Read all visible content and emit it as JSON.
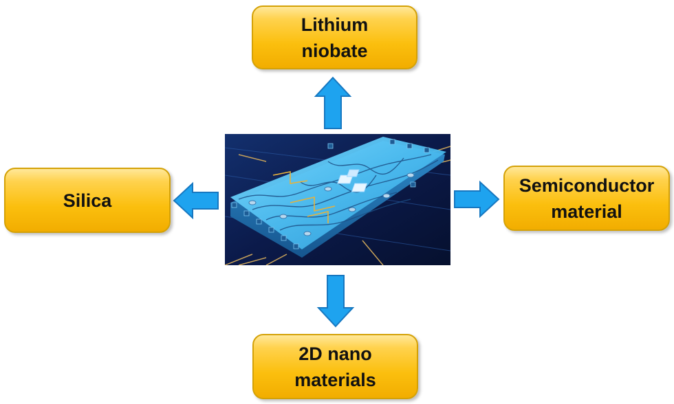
{
  "center": {
    "image": "photonic-chip-illustration"
  },
  "nodes": {
    "top": {
      "lines": [
        "Lithium",
        "niobate"
      ]
    },
    "left": {
      "lines": [
        "Silica"
      ]
    },
    "right": {
      "lines": [
        "Semiconductor",
        "material"
      ]
    },
    "bottom": {
      "lines": [
        "2D nano",
        "materials"
      ]
    }
  },
  "colors": {
    "box_fill": "#fbbf0e",
    "box_border": "#d4a106",
    "arrow_fill": "#1ea3ef",
    "arrow_stroke": "#1677c0",
    "chip_background": "#0b1a4a",
    "chip_glow": "#5cc8f5"
  }
}
